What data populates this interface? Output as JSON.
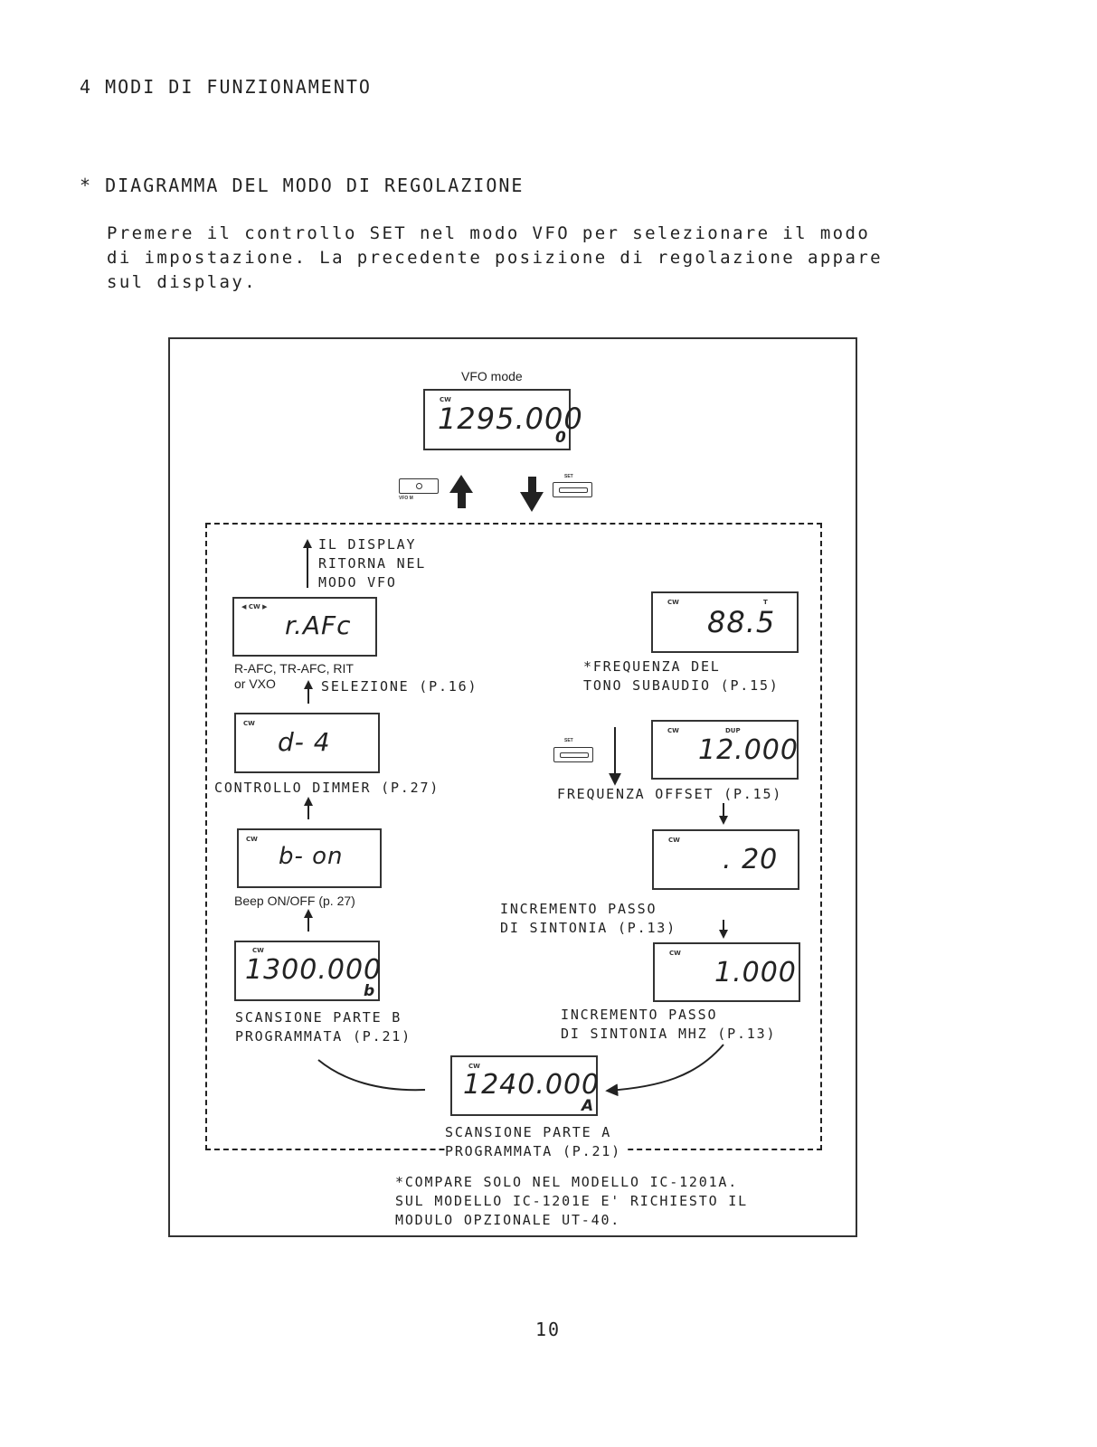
{
  "page": {
    "section_title": "4 MODI DI FUNZIONAMENTO",
    "subsection_title": "* DIAGRAMMA DEL MODO DI REGOLAZIONE",
    "intro": "Premere  il controllo SET nel modo VFO per selezionare il  modo\ndi impostazione. La precedente posizione di regolazione appare\nsul display.",
    "page_number": "10"
  },
  "diagram": {
    "vfo_label": "VFO mode",
    "vfo_display": {
      "indicator": "CW",
      "value": "1295.000",
      "sub": "0"
    },
    "buttons": {
      "vfo_m": "VFO M",
      "set": "SET"
    },
    "return_note": "IL DISPLAY\nRITORNA NEL\nMODO VFO",
    "rafc_display": {
      "indicator": "◀ CW ▶",
      "value": "r.AFc"
    },
    "rafc_caption": "R-AFC, TR-AFC, RIT\nor VXO",
    "rafc_selection": "SELEZIONE (P.16)",
    "dimmer_display": {
      "indicator": "CW",
      "value": "d- 4"
    },
    "dimmer_caption": "CONTROLLO DIMMER (P.27)",
    "beep_display": {
      "indicator": "CW",
      "value": "b- on"
    },
    "beep_caption": "Beep ON/OFF (p. 27)",
    "scan_b_display": {
      "indicator": "CW",
      "value": "1300.000",
      "sub": "b"
    },
    "scan_b_caption": "SCANSIONE PARTE B\nPROGRAMMATA (P.21)",
    "tone_display": {
      "indicator": "CW",
      "indicator_right": "T",
      "value": "88.5"
    },
    "tone_caption": "*FREQUENZA DEL\nTONO SUBAUDIO (P.15)",
    "offset_display": {
      "indicator": "CW",
      "indicator_right": "DUP",
      "value": "12.000"
    },
    "offset_caption": "FREQUENZA OFFSET (P.15)",
    "step_display": {
      "indicator": "CW",
      "value": ". 20"
    },
    "step_caption": "INCREMENTO PASSO\nDI SINTONIA (P.13)",
    "mhz_step_display": {
      "indicator": "CW",
      "value": "1.000"
    },
    "mhz_step_caption": "INCREMENTO PASSO\nDI SINTONIA MHZ (P.13)",
    "scan_a_display": {
      "indicator": "CW",
      "value": "1240.000",
      "sub": "A"
    },
    "scan_a_caption": "SCANSIONE PARTE A\nPROGRAMMATA (P.21)",
    "footnote": "*COMPARE SOLO NEL MODELLO IC-1201A.\nSUL MODELLO IC-1201E E' RICHIESTO IL\nMODULO OPZIONALE UT-40."
  }
}
